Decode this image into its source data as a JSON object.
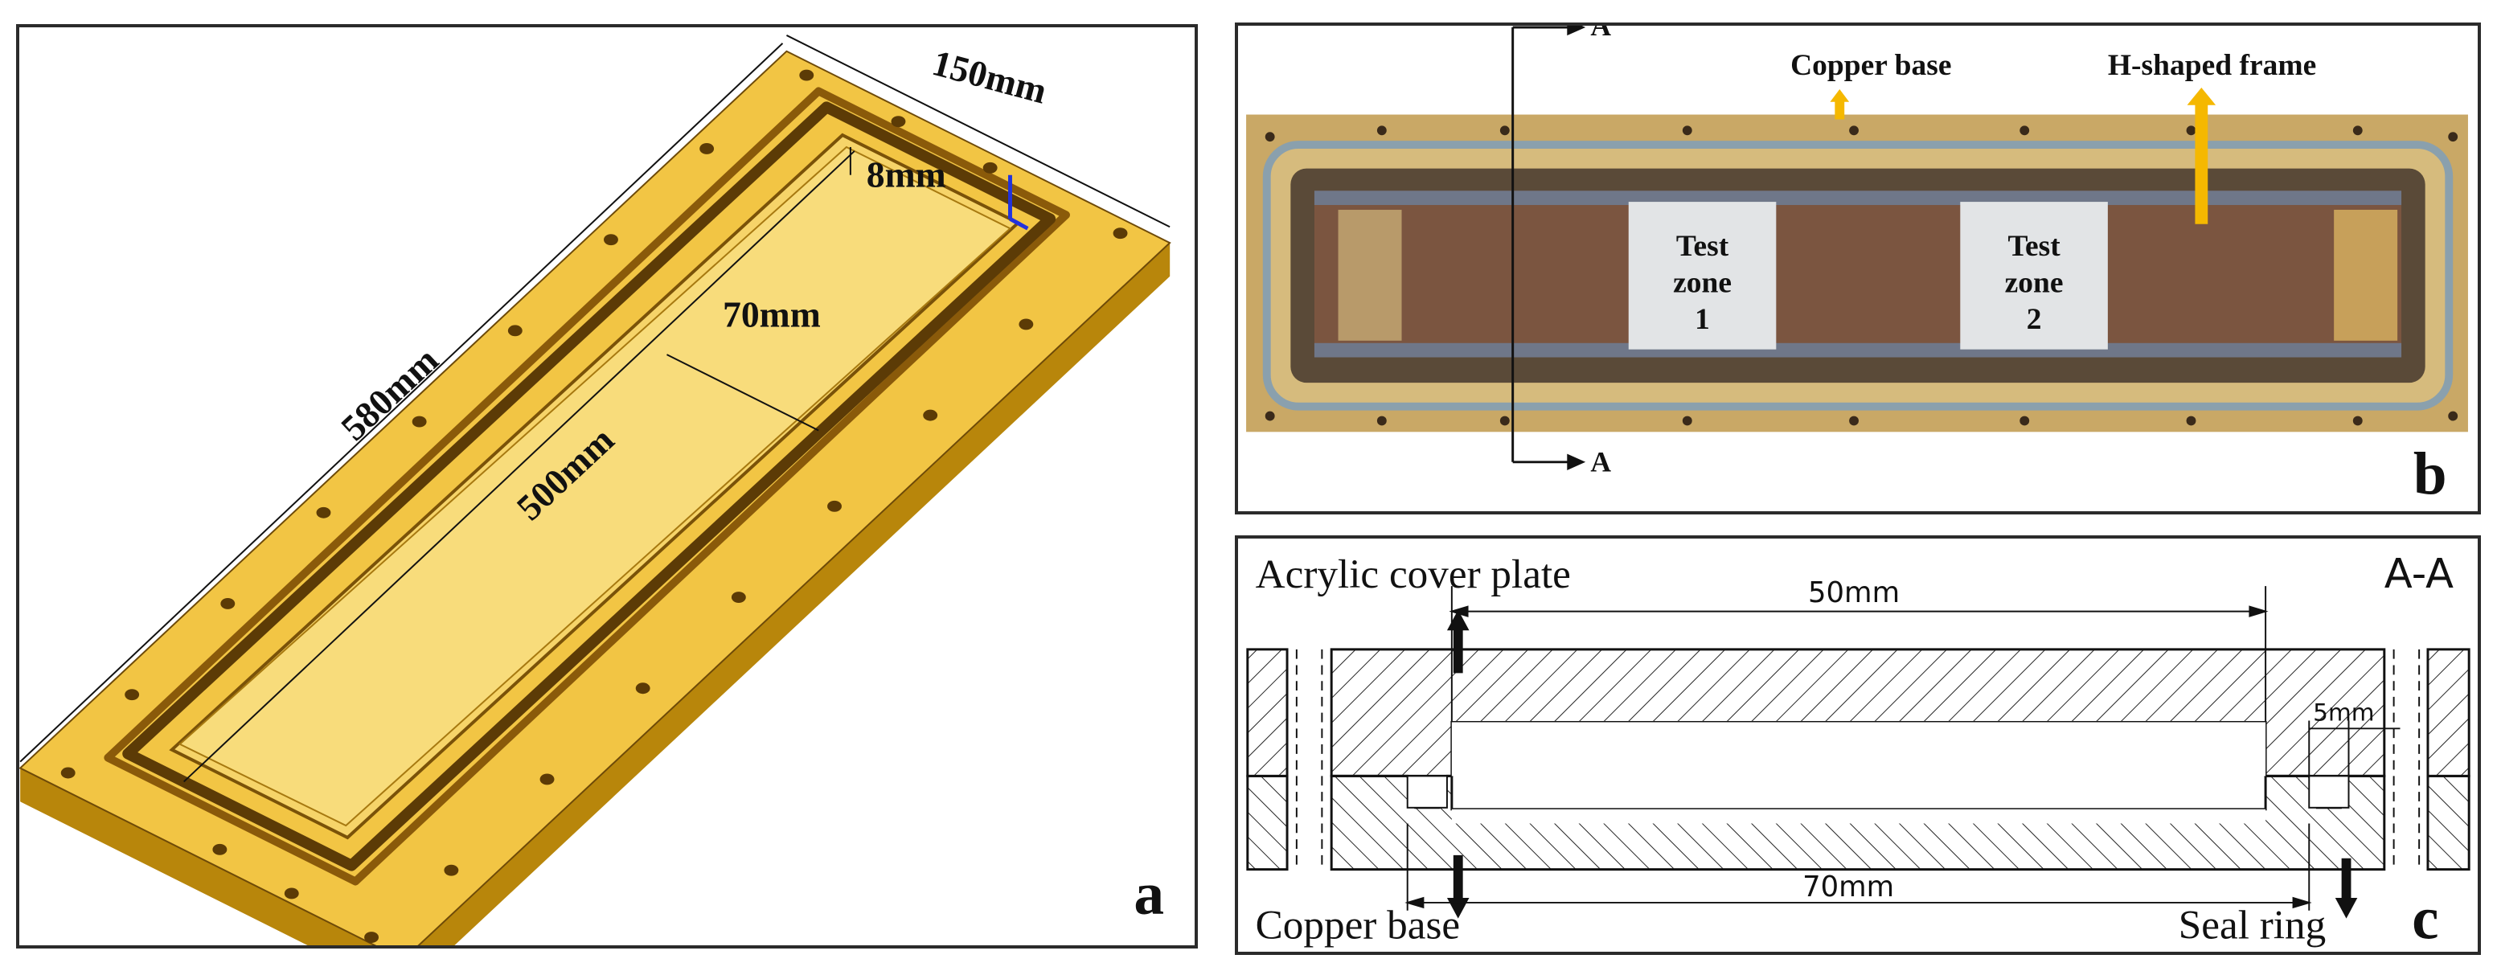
{
  "panel_a": {
    "label": "a",
    "dim_width": "150mm",
    "dim_length": "580mm",
    "dim_inner_length": "500mm",
    "dim_channel_width": "70mm",
    "dim_depth": "8mm"
  },
  "panel_b": {
    "label": "b",
    "section_mark_top": "A",
    "section_mark_bottom": "A",
    "copper_base": "Copper base",
    "frame": "H-shaped frame",
    "test_zone_1": [
      "Test",
      "zone",
      "1"
    ],
    "test_zone_2": [
      "Test",
      "zone",
      "2"
    ]
  },
  "panel_c": {
    "label": "c",
    "section_title": "A-A",
    "cover_plate": "Acrylic cover plate",
    "copper_base": "Copper base",
    "seal_ring": "Seal ring",
    "dim_top": "50mm",
    "dim_bottom": "70mm",
    "dim_small": "5mm"
  },
  "colors": {
    "plate_top": "#f2c544",
    "plate_side": "#b8860b",
    "plate_dark": "#8a5a0a",
    "photo_base": "#c9a866",
    "channel": "#6b4a36",
    "arrow": "#f5b800"
  }
}
